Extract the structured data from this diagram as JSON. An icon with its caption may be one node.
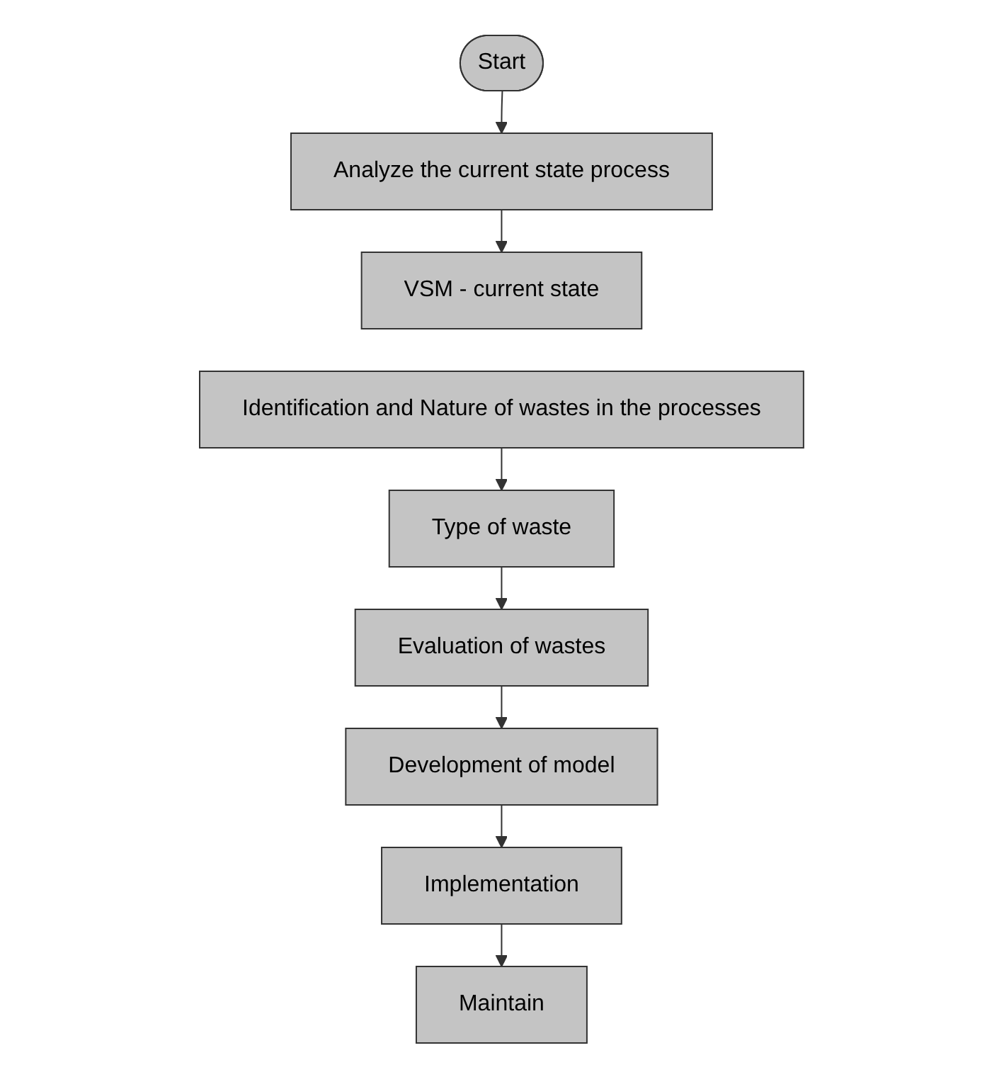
{
  "diagram": {
    "nodes": [
      {
        "text": [
          "Start"
        ]
      },
      {
        "text": [
          "Analyze the current state process"
        ]
      },
      {
        "text": [
          "VSM - current state"
        ]
      },
      {
        "text": [
          "Identification and Nature of wastes in the processes"
        ]
      },
      {
        "text": [
          "Type of waste"
        ]
      },
      {
        "text": [
          "Evaluation of wastes"
        ]
      },
      {
        "text": [
          "Development of model"
        ]
      },
      {
        "text": [
          "Implementation"
        ]
      },
      {
        "text": [
          "Maintain"
        ]
      }
    ],
    "edges": [
      {
        "from": 0,
        "to": 1,
        "arrow": "to"
      },
      {
        "from": 1,
        "to": 2,
        "arrow": "to"
      },
      {
        "from": 3,
        "to": 4,
        "arrow": "to"
      },
      {
        "from": 4,
        "to": 5,
        "arrow": "to"
      },
      {
        "from": 5,
        "to": 6,
        "arrow": "to"
      },
      {
        "from": 6,
        "to": 7,
        "arrow": "to"
      },
      {
        "from": 7,
        "to": 8,
        "arrow": "to"
      }
    ]
  }
}
